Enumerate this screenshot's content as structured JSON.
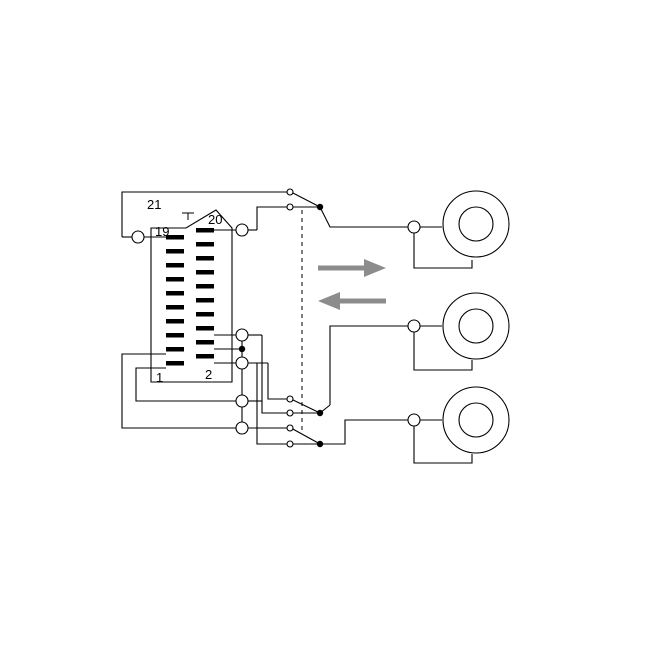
{
  "connector": {
    "pin_labels": {
      "pin21": "21",
      "pin19": "19",
      "pin20": "20",
      "pin1": "1",
      "pin2": "2"
    }
  },
  "colors": {
    "line": "#000000",
    "arrow": "#8c8c8c",
    "background": "#ffffff"
  },
  "icons": {
    "arrow_right": "arrow-right-icon",
    "arrow_left": "arrow-left-icon"
  }
}
